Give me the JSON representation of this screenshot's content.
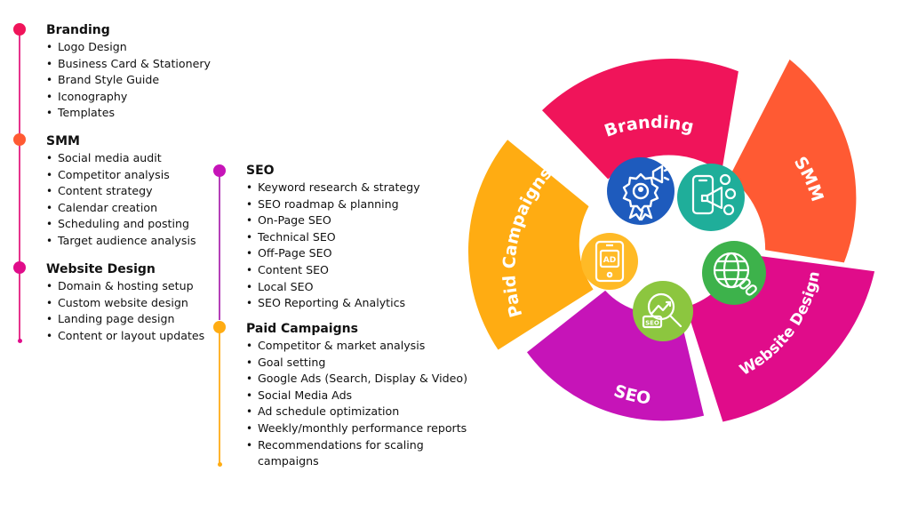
{
  "colors": {
    "branding": "#f0145a",
    "smm": "#ff5a33",
    "website": "#e00c8a",
    "seo": "#c614b8",
    "paid": "#ffac12",
    "line_left": "#e6338c",
    "line_right_top": "#b540b8",
    "line_right_bottom": "#ffb42e"
  },
  "sections": {
    "branding": {
      "title": "Branding",
      "items": [
        "Logo Design",
        "Business Card & Stationery",
        "Brand Style Guide",
        "Iconography",
        "Templates"
      ]
    },
    "smm": {
      "title": "SMM",
      "items": [
        "Social media audit",
        "Competitor analysis",
        "Content strategy",
        "Calendar creation",
        "Scheduling and posting",
        "Target audience analysis"
      ]
    },
    "website": {
      "title": "Website Design",
      "items": [
        "Domain & hosting setup",
        "Custom website design",
        "Landing page design",
        "Content or layout updates"
      ]
    },
    "seo": {
      "title": "SEO",
      "items": [
        "Keyword research & strategy",
        "SEO roadmap & planning",
        "On-Page SEO",
        "Technical SEO",
        "Off-Page SEO",
        "Content SEO",
        "Local SEO",
        "SEO Reporting & Analytics"
      ]
    },
    "paid": {
      "title": "Paid Campaigns",
      "items": [
        "Competitor & market analysis",
        "Goal setting",
        "Google Ads (Search, Display & Video)",
        "Social Media Ads",
        "Ad schedule optimization",
        "Weekly/monthly performance reports",
        "Recommendations for scaling campaigns"
      ]
    }
  },
  "wheel": {
    "segments": [
      {
        "key": "branding",
        "label": "Branding",
        "icon": "award-megaphone-icon",
        "icon_color": "#1e5bbd"
      },
      {
        "key": "smm",
        "label": "SMM",
        "icon": "phone-megaphone-icon",
        "icon_color": "#1fae9a"
      },
      {
        "key": "website",
        "label": "Website Design",
        "icon": "globe-link-icon",
        "icon_color": "#3db24b"
      },
      {
        "key": "seo",
        "label": "SEO",
        "icon": "seo-magnifier-icon",
        "icon_color": "#8cc63f"
      },
      {
        "key": "paid",
        "label": "Paid Campaigns",
        "icon": "phone-ad-icon",
        "icon_color": "#ffba26"
      }
    ],
    "icon_texts": {
      "ad": "AD",
      "seo": "SEO"
    }
  }
}
